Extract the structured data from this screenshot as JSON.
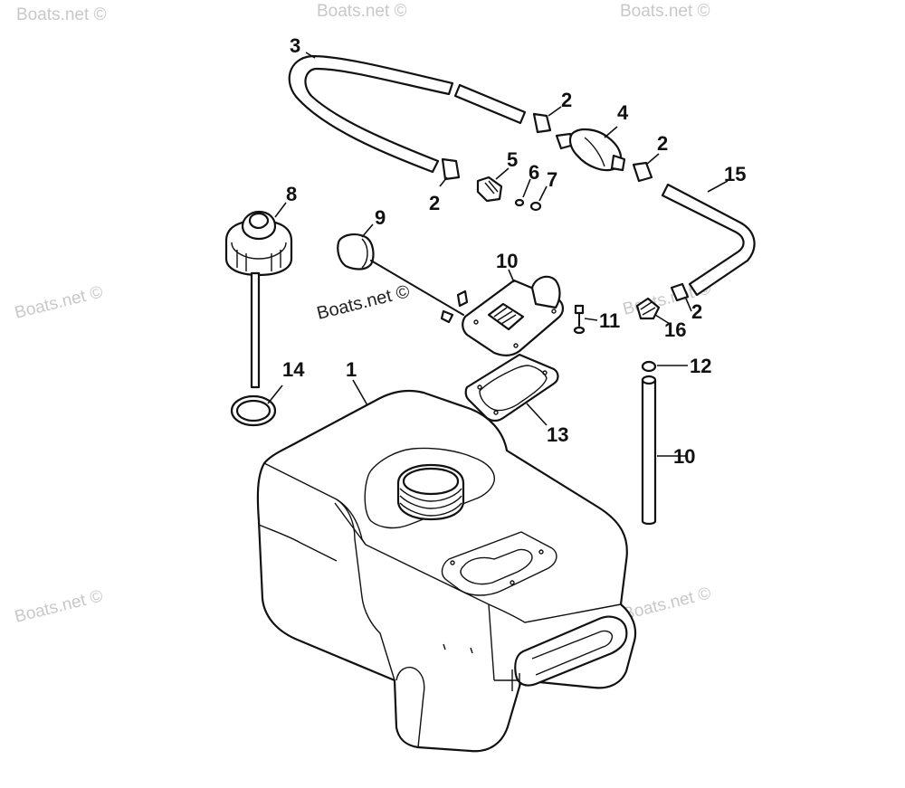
{
  "watermarks": {
    "dark": "Boats.net ©",
    "light": "Boats.net ©"
  },
  "callouts": {
    "c1": "1",
    "c2a": "2",
    "c2b": "2",
    "c2c": "2",
    "c2d": "2",
    "c3": "3",
    "c4": "4",
    "c5": "5",
    "c6": "6",
    "c7": "7",
    "c8": "8",
    "c9": "9",
    "c10a": "10",
    "c10b": "10",
    "c11": "11",
    "c12": "12",
    "c13": "13",
    "c14": "14",
    "c15": "15",
    "c16": "16"
  }
}
